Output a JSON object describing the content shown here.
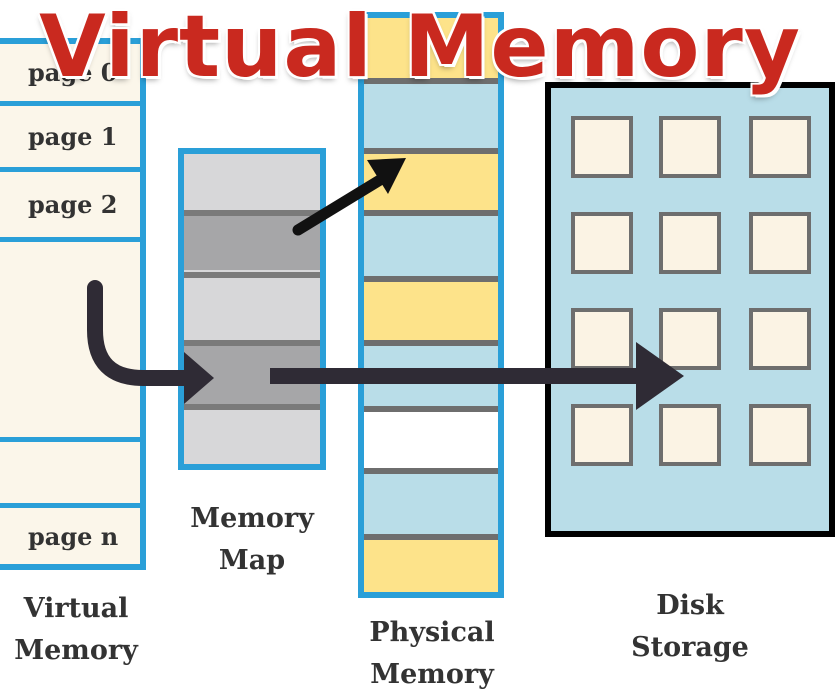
{
  "title": "Virtual Memory",
  "virtual_memory": {
    "pages": [
      "page 0",
      "page 1",
      "page 2",
      "",
      "",
      "page n"
    ],
    "label": "Virtual\nMemory"
  },
  "memory_map": {
    "label": "Memory\nMap"
  },
  "physical_memory": {
    "label": "Physical\nMemory"
  },
  "disk_storage": {
    "label": "Disk\nStorage"
  },
  "colors": {
    "title": "#c9291f",
    "frame": "#2a9fd8",
    "occupied_frame": "#fde38a",
    "free_frame": "#ffffff",
    "physical_bg": "#b9dde8",
    "arrow": "#2f2b35"
  }
}
